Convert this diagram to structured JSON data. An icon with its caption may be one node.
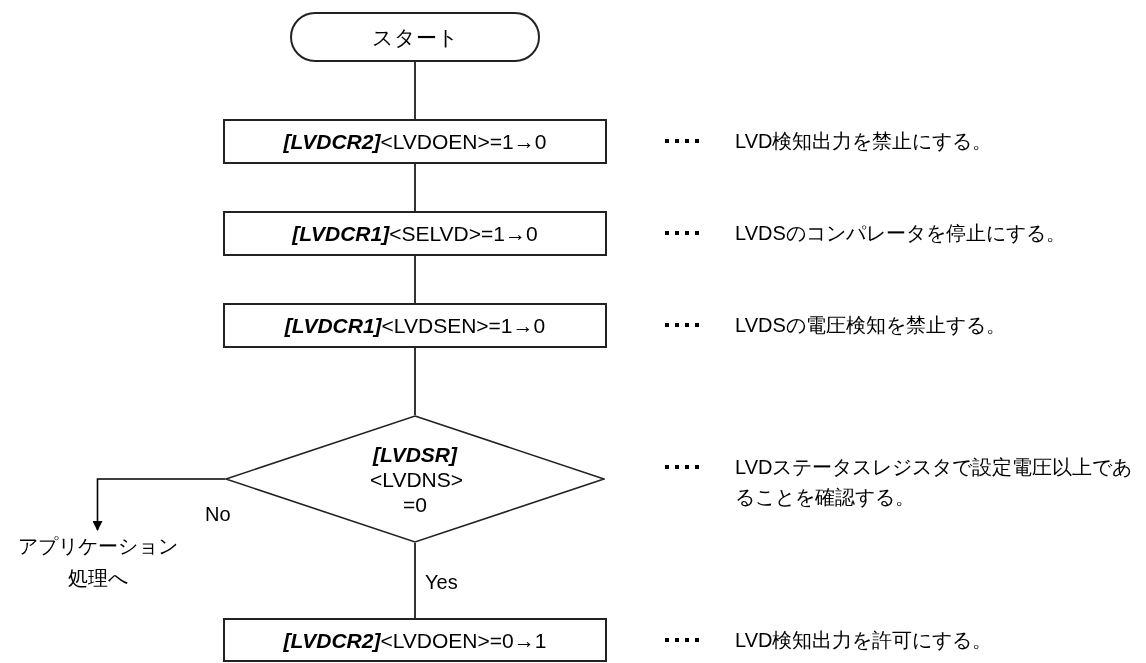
{
  "diagram": {
    "nodes": [
      {
        "text": [
          "スタート"
        ]
      },
      {
        "text": [
          "**[LVDCR2]**<LVDOEN>=1→0"
        ]
      },
      {
        "text": [
          "**[LVDCR1]**<SELVD>=1→0"
        ]
      },
      {
        "text": [
          "**[LVDCR1]**<LVDSEN>=1→0"
        ]
      },
      {
        "text": [
          "[LVDSR]",
          "<LVDNS> =0"
        ]
      },
      {
        "text": [
          "**[LVDCR2]**<LVDOEN>=0→1"
        ]
      },
      {
        "text": [
          "アプリケーション処理へ"
        ]
      }
    ],
    "edges": [
      {
        "from": 0,
        "to": 1,
        "arrow": "none"
      },
      {
        "from": 1,
        "to": 2,
        "arrow": "none"
      },
      {
        "from": 2,
        "to": 3,
        "arrow": "none"
      },
      {
        "from": 3,
        "to": 4,
        "arrow": "none"
      },
      {
        "from": 4,
        "to": 5,
        "arrow": "none",
        "label": "Yes"
      },
      {
        "from": 4,
        "to": 6,
        "arrow": "to",
        "label": "No"
      }
    ],
    "labels": [
      "LVD検知出力を禁止にする。",
      "LVDSのコンパレータを停止にする。",
      "LVDSの電圧検知を禁止する。",
      "LVDステータスレジスタで設定電圧以上であることを確認する。",
      "LVD検知出力を許可にする。"
    ]
  }
}
